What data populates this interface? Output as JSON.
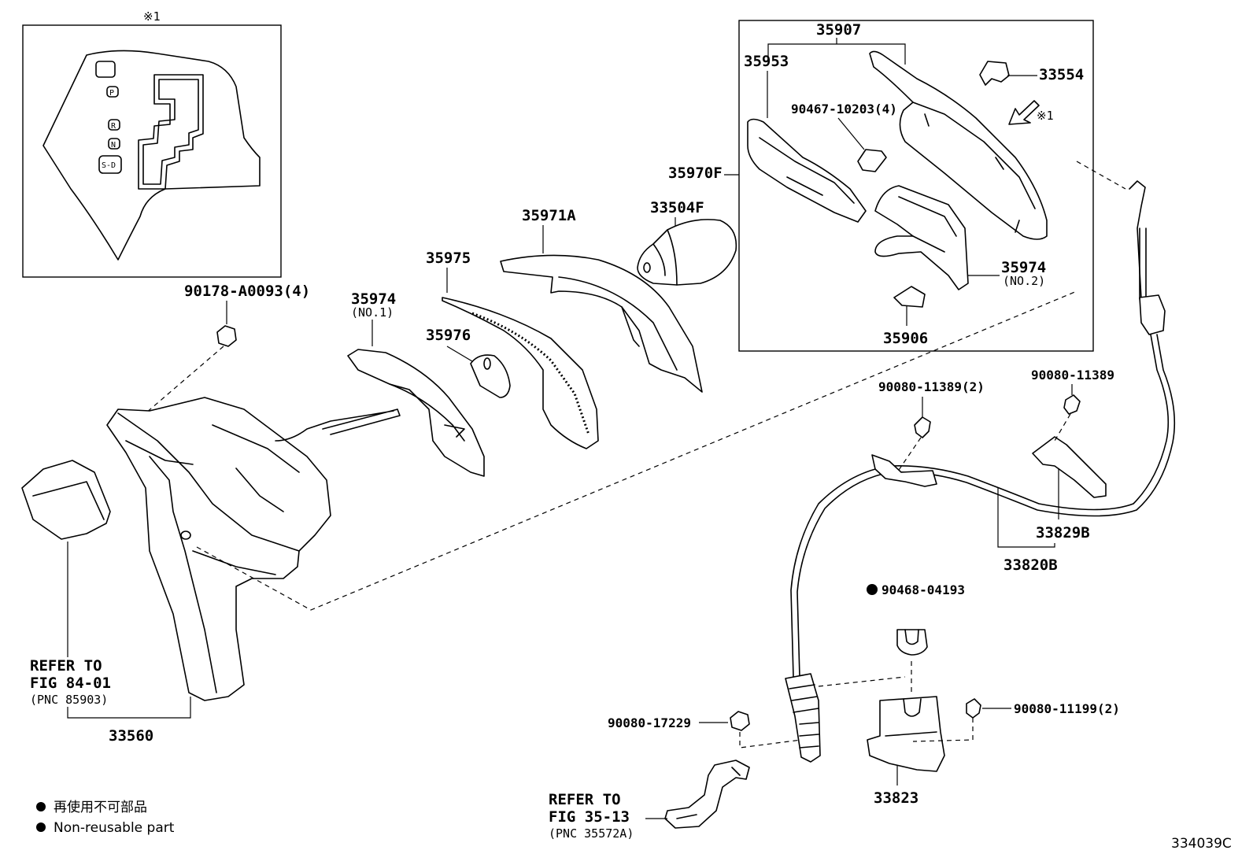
{
  "inset": {
    "marker": "※1",
    "gate_letters": [
      "P",
      "R",
      "N",
      "S-D"
    ]
  },
  "callouts": {
    "c35907": "35907",
    "c35953": "35953",
    "c33554": "33554",
    "c90467": "90467-10203(4)",
    "ref1": "※1",
    "c35970F": "35970F",
    "c33504F": "33504F",
    "c35971A": "35971A",
    "c35975": "35975",
    "c35974_1": "35974",
    "c35974_1_sub": "(NO.1)",
    "c35976": "35976",
    "c35974_2": "35974",
    "c35974_2_sub": "(NO.2)",
    "c35906": "35906",
    "c90178": "90178-A0093(4)",
    "c90080a": "90080-11389(2)",
    "c90080b": "90080-11389",
    "c33829B": "33829B",
    "c33820B": "33820B",
    "c90468": "90468-04193",
    "c90080c": "90080-17229",
    "c90080d": "90080-11199(2)",
    "c33823": "33823",
    "c33560": "33560"
  },
  "refer1": {
    "line1": "REFER TO",
    "line2": "FIG 84-01",
    "line3": "(PNC 85903)"
  },
  "refer2": {
    "line1": "REFER TO",
    "line2": "FIG 35-13",
    "line3": "(PNC 35572A)"
  },
  "legend": {
    "jp": "再使用不可部品",
    "en": "Non-reusable part"
  },
  "figure_id": "334039C"
}
